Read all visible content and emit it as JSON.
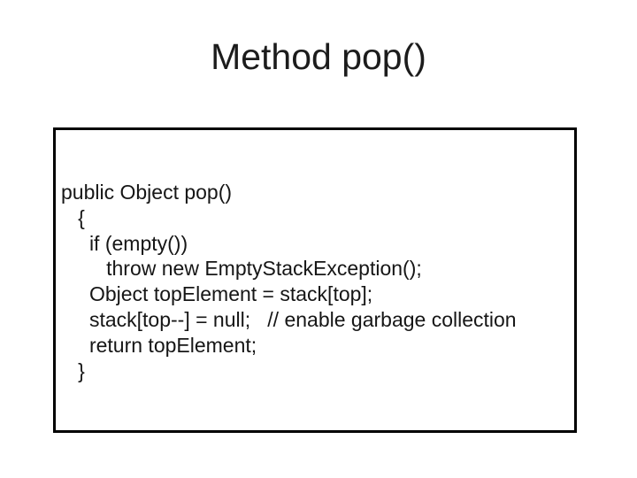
{
  "slide": {
    "title": "Method pop()"
  },
  "code": {
    "language": "java",
    "lines": [
      "public Object pop()",
      "   {",
      "     if (empty())",
      "        throw new EmptyStackException();",
      "     Object topElement = stack[top];",
      "     stack[top--] = null;   // enable garbage collection",
      "     return topElement;",
      "   }"
    ]
  },
  "colors": {
    "background": "#ffffff",
    "text": "#161616",
    "title_text": "#1c1c1c",
    "box_border": "#000000"
  }
}
